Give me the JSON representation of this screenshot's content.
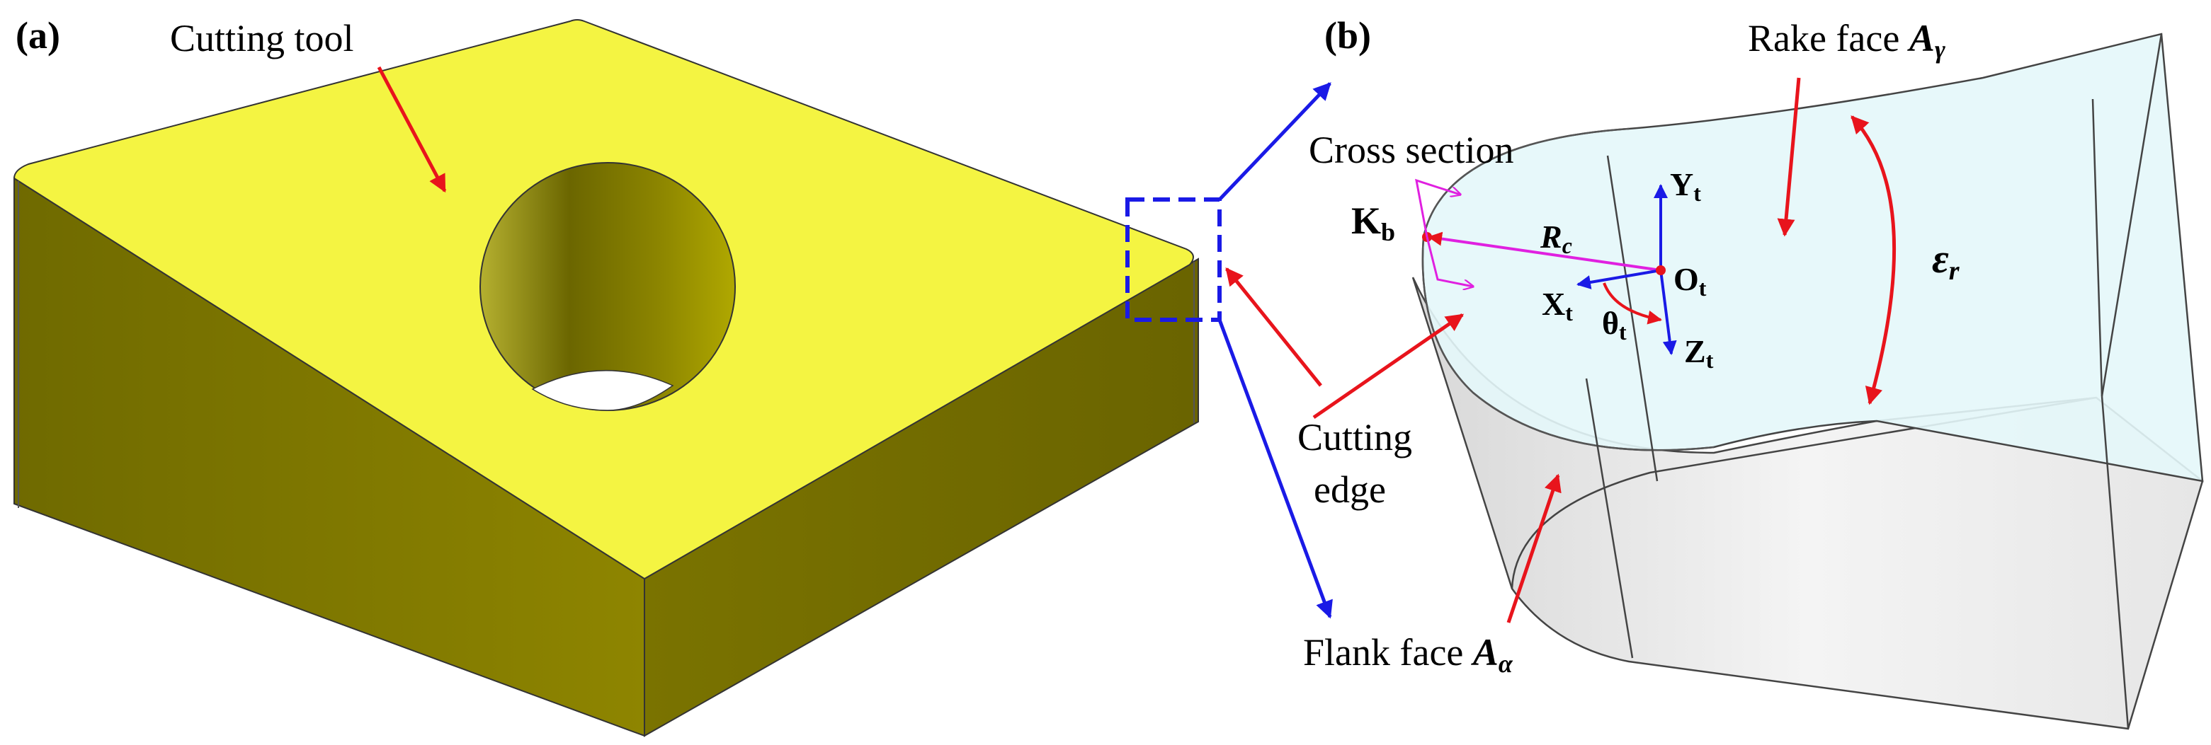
{
  "panel_a": {
    "label": "(a)",
    "tool_label": "Cutting tool"
  },
  "panel_b": {
    "label": "(b)",
    "rake_face_prefix": "Rake face ",
    "rake_face_symbol": "A",
    "rake_face_sub": "γ",
    "cross_section": "Cross section",
    "kb_main": "K",
    "kb_sub": "b",
    "rc_main": "R",
    "rc_sub": "c",
    "yt_main": "Y",
    "yt_sub": "t",
    "ot_main": "O",
    "ot_sub": "t",
    "xt_main": "X",
    "xt_sub": "t",
    "theta_main": "θ",
    "theta_sub": "t",
    "zt_main": "Z",
    "zt_sub": "t",
    "eps_main": "ε",
    "eps_sub": "r",
    "cutting_line1": "Cutting",
    "cutting_line2": "edge",
    "flank_face_prefix": "Flank face ",
    "flank_face_symbol": "A",
    "flank_face_sub": "α"
  },
  "colors": {
    "tool_top": "#f4f442",
    "tool_side": "#8a8000",
    "rake_fill": "#e4f7fa",
    "flank_fill": "#eeeeee",
    "arrow_red": "#e8141c",
    "arrow_blue": "#1a1ae6",
    "magenta": "#e020e0"
  }
}
